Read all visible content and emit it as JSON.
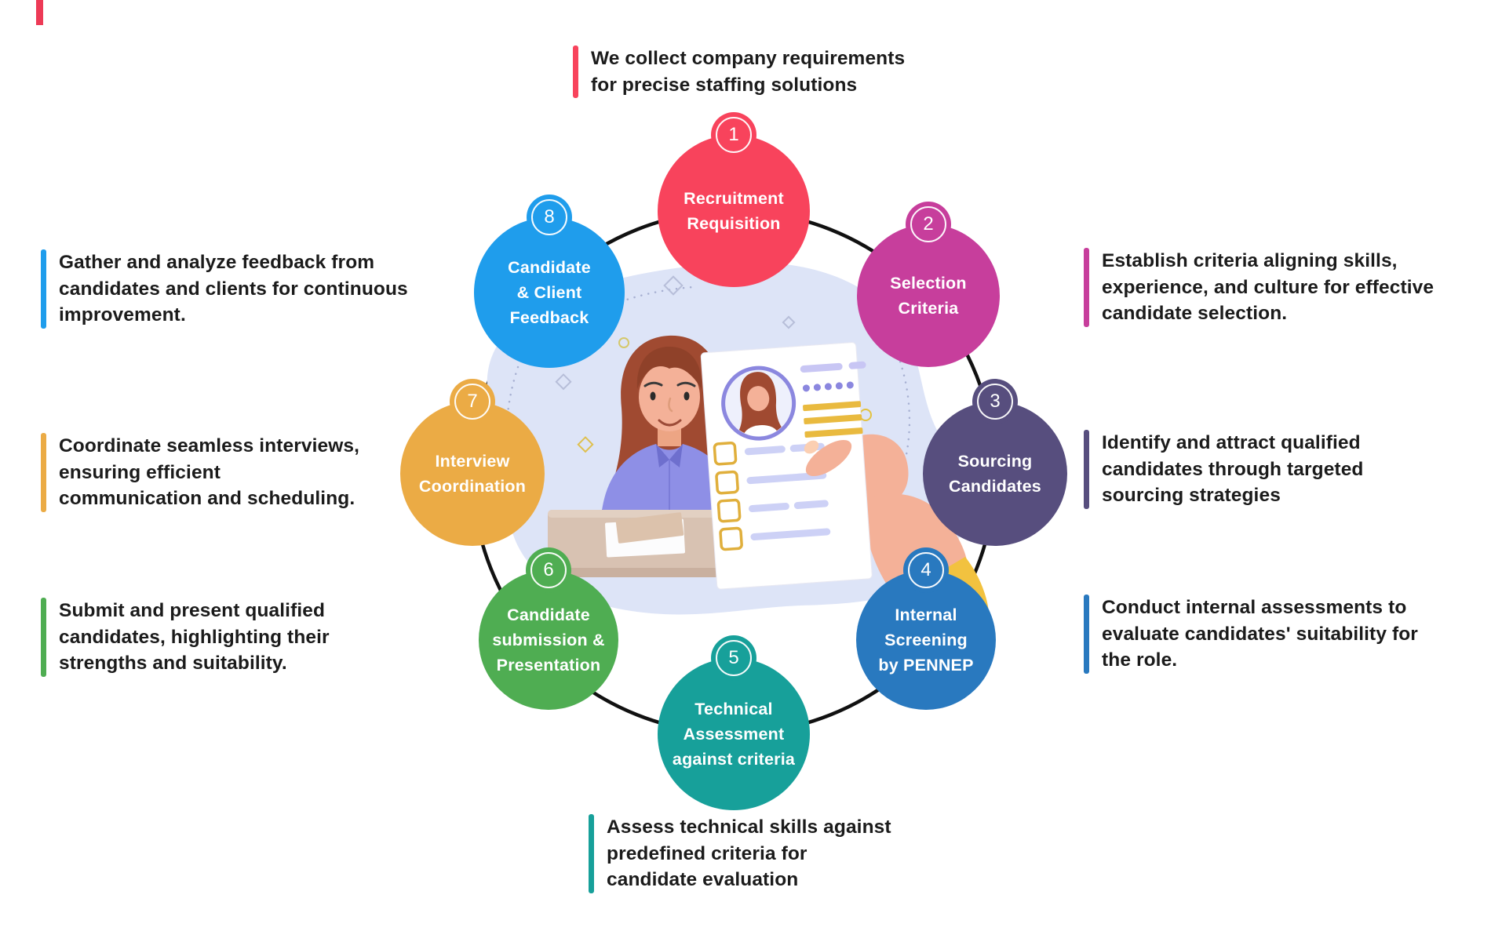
{
  "page": {
    "background": "#FFFFFF",
    "corner_mark_color": "#ED3A56"
  },
  "ring_color": "#111111",
  "steps": [
    {
      "number": "1",
      "color": "#F8435C",
      "label_lines": [
        "Recruitment",
        "Requisition"
      ],
      "description_lines": [
        "We collect company requirements",
        "for precise staffing solutions"
      ]
    },
    {
      "number": "2",
      "color": "#C73E9C",
      "label_lines": [
        "Selection",
        "Criteria"
      ],
      "description_lines": [
        "Establish criteria aligning skills,",
        "experience, and culture for effective",
        "candidate selection."
      ]
    },
    {
      "number": "3",
      "color": "#574E7E",
      "label_lines": [
        "Sourcing",
        "Candidates"
      ],
      "description_lines": [
        "Identify and attract qualified",
        "candidates through targeted",
        "sourcing strategies"
      ]
    },
    {
      "number": "4",
      "color": "#2979BF",
      "label_lines": [
        "Internal",
        "Screening",
        "by PENNEP"
      ],
      "description_lines": [
        "Conduct internal assessments to",
        "evaluate candidates' suitability for",
        "the role."
      ]
    },
    {
      "number": "5",
      "color": "#17A09A",
      "label_lines": [
        "Technical",
        "Assessment",
        "against criteria"
      ],
      "description_lines": [
        "Assess technical skills against",
        "predefined criteria for",
        "candidate evaluation"
      ]
    },
    {
      "number": "6",
      "color": "#4FAD52",
      "label_lines": [
        "Candidate",
        "submission &",
        "Presentation"
      ],
      "description_lines": [
        "Submit and present qualified",
        "candidates, highlighting their",
        "strengths and suitability."
      ]
    },
    {
      "number": "7",
      "color": "#EBAB45",
      "label_lines": [
        "Interview",
        "Coordination"
      ],
      "description_lines": [
        "Coordinate seamless interviews,",
        "ensuring efficient",
        "communication and scheduling."
      ]
    },
    {
      "number": "8",
      "color": "#1F9DEC",
      "label_lines": [
        "Candidate",
        "& Client",
        "Feedback"
      ],
      "description_lines": [
        "Gather and analyze feedback from",
        "candidates and clients for continuous",
        "improvement."
      ]
    }
  ],
  "illustration": {
    "name": "recruiter reviewing candidate resume checklist",
    "palette": {
      "blob": "#DDE4F7",
      "skin": "#F4B198",
      "hair": "#A04A31",
      "shirt": "#8E8FE6",
      "desk": "#D8C2B2",
      "card": "#FFFFFF",
      "avatar_ring": "#8B87DF",
      "line_purple": "#CDD1F6",
      "line_yellow": "#E9BA3F",
      "checkbox": "#E0AF3C",
      "cuff": "#F2C23F"
    }
  }
}
